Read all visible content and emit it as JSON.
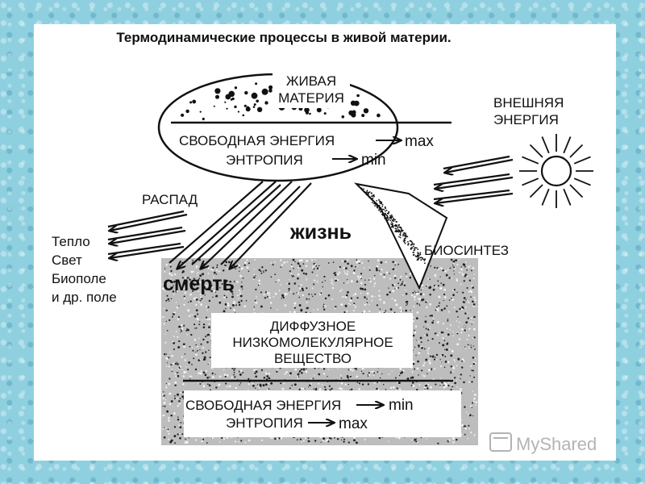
{
  "title": "Термодинамические процессы в живой материи.",
  "living": {
    "line1": "ЖИВАЯ",
    "line2": "МАТЕРИЯ",
    "energy_label": "СВОБОДНАЯ ЭНЕРГИЯ",
    "energy_value": "max",
    "entropy_label": "ЭНТРОПИЯ",
    "entropy_value": "min"
  },
  "external": {
    "line1": "ВНЕШНЯЯ",
    "line2": "ЭНЕРГИЯ"
  },
  "decay_label": "РАСПАД",
  "outputs": [
    "Тепло",
    "Свет",
    "Биополе",
    "и др. поле"
  ],
  "life_label": "жизнь",
  "death_label": "смерть",
  "biosynthesis_label": "БИОСИНТЕЗ",
  "diffuse": {
    "line1": "ДИФФУЗНОЕ",
    "line2": "НИЗКОМОЛЕКУЛЯРНОЕ",
    "line3": "ВЕЩЕСТВО",
    "energy_label": "СВОБОДНАЯ ЭНЕРГИЯ",
    "energy_value": "min",
    "entropy_label": "ЭНТРОПИЯ",
    "entropy_value": "max"
  },
  "watermark": "MyShared",
  "colors": {
    "background": "#8fd0e0",
    "ink": "#111111",
    "watermark": "#9a9a9a"
  }
}
